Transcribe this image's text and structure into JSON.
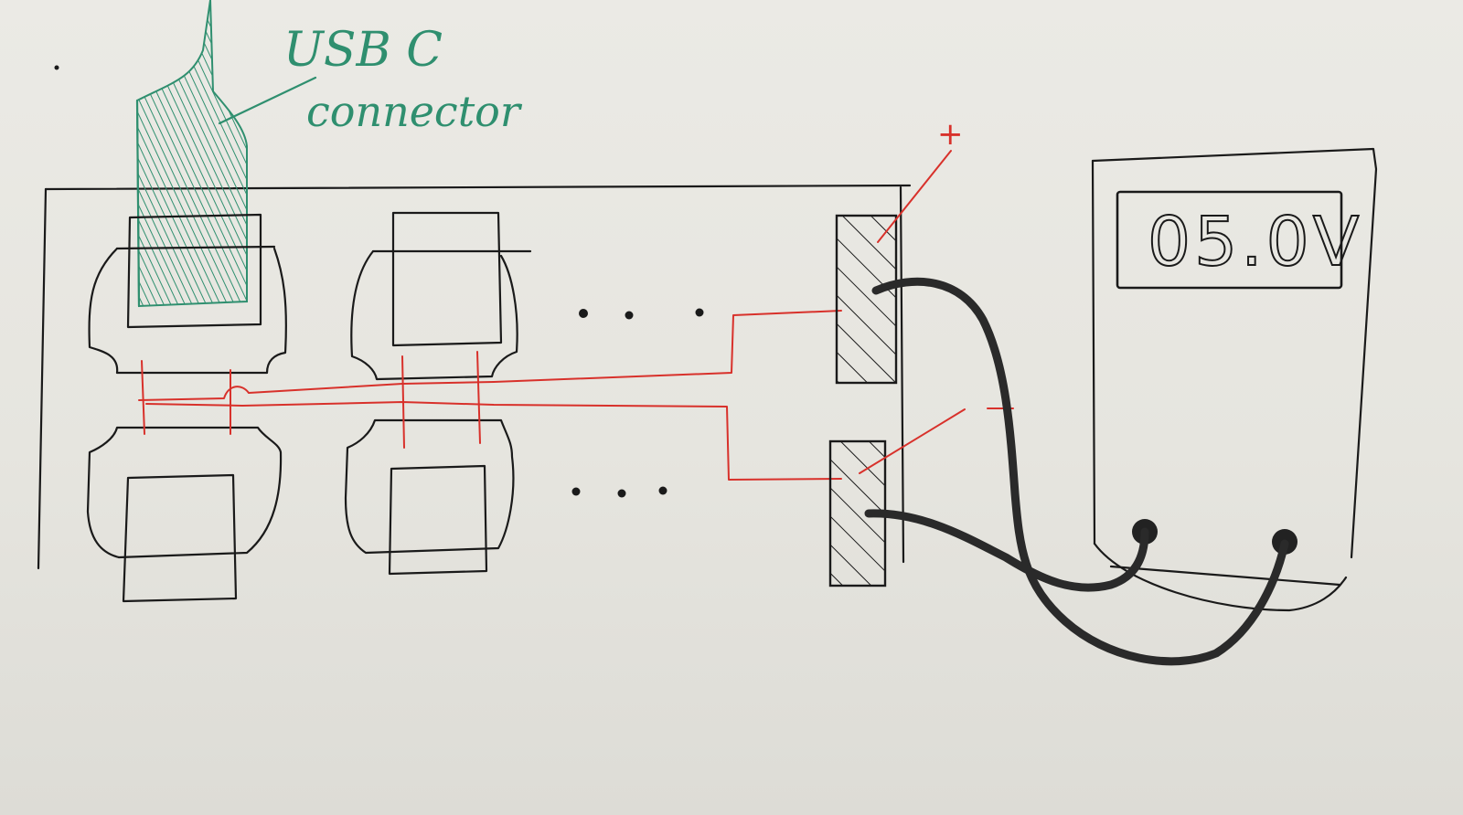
{
  "usb_label": {
    "line1": "USB C",
    "line2": "connector"
  },
  "polarity": {
    "plus": "+",
    "minus": "-"
  },
  "multimeter": {
    "reading": "05.0V"
  },
  "ellipsis": {
    "upper": "• • •",
    "lower": "• • •"
  },
  "colors": {
    "ink": "#1a1a1a",
    "trace": "#d8312b",
    "usb": "#2f8f6f",
    "probe": "#2a2a2a"
  }
}
